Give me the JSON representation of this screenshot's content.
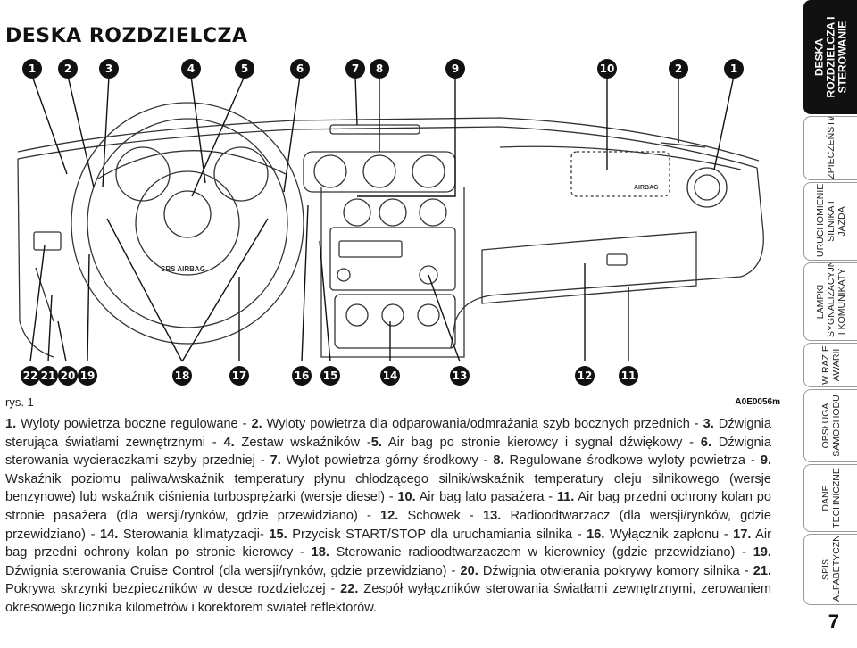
{
  "page": {
    "title": "DESKA ROZDZIELCZA",
    "figure_label": "rys. 1",
    "figure_code": "A0E0056m",
    "page_number": "7"
  },
  "figure": {
    "airbag_text": "SRS AIRBAG",
    "passenger_airbag_text": "AIRBAG",
    "callouts_top": [
      "1",
      "2",
      "3",
      "4",
      "5",
      "6",
      "7",
      "8",
      "9",
      "10",
      "2",
      "1"
    ],
    "callouts_bottom": [
      "22",
      "21",
      "20",
      "19",
      "18",
      "17",
      "16",
      "15",
      "14",
      "13",
      "12",
      "11"
    ]
  },
  "sidebar": {
    "tabs": [
      {
        "label": "DESKA ROZDZIELCZA I STEROWANIE",
        "active": true
      },
      {
        "label": "BEZPIECZEŃSTWO",
        "active": false
      },
      {
        "label": "URUCHOMIENIE SILNIKA I JAZDA",
        "active": false
      },
      {
        "label": "LAMPKI SYGNALIZACYJNE I KOMUNIKATY",
        "active": false
      },
      {
        "label": "W RAZIE AWARII",
        "active": false
      },
      {
        "label": "OBSŁUGA SAMOCHODU",
        "active": false
      },
      {
        "label": "DANE TECHNICZNE",
        "active": false
      },
      {
        "label": "SPIS ALFABETYCZNY",
        "active": false
      }
    ]
  },
  "legend": [
    {
      "num": "1.",
      "text": " Wyloty powietrza boczne regulowane - "
    },
    {
      "num": "2.",
      "text": " Wyloty powietrza dla odparowania/odmrażania szyb bocznych przednich - "
    },
    {
      "num": "3.",
      "text": " Dźwignia sterująca światłami zewnętrznymi - "
    },
    {
      "num": "4.",
      "text": " Zestaw wskaźników -"
    },
    {
      "num": "5.",
      "text": " Air bag po stronie kierowcy i sygnał dźwiękowy - "
    },
    {
      "num": "6.",
      "text": " Dźwignia sterowania wycieraczkami szyby przedniej - "
    },
    {
      "num": "7.",
      "text": " Wylot powietrza górny środkowy - "
    },
    {
      "num": "8.",
      "text": " Regulowane środkowe wyloty powietrza - "
    },
    {
      "num": "9.",
      "text": " Wskaźnik poziomu paliwa/wskaźnik temperatury płynu chłodzącego silnik/wskaźnik temperatury oleju silnikowego (wersje benzynowe) lub wskaźnik ciśnienia turbosprężarki (wersje diesel) - "
    },
    {
      "num": "10.",
      "text": " Air bag lato pasażera - "
    },
    {
      "num": "11.",
      "text": " Air bag przedni ochrony kolan po stronie pasażera (dla wersji/rynków, gdzie przewidziano) - "
    },
    {
      "num": "12.",
      "text": " Schowek - "
    },
    {
      "num": "13.",
      "text": " Radioodtwarzacz (dla wersji/rynków, gdzie przewidziano) - "
    },
    {
      "num": "14.",
      "text": " Sterowania klimatyzacji- "
    },
    {
      "num": "15.",
      "text": " Przycisk START/STOP dla uruchamiania silnika - "
    },
    {
      "num": "16.",
      "text": " Wyłącznik zapłonu - "
    },
    {
      "num": "17.",
      "text": " Air bag przedni ochrony kolan po stronie kierowcy - "
    },
    {
      "num": "18.",
      "text": " Sterowanie radioodtwarzaczem w kierownicy (gdzie przewidziano) - "
    },
    {
      "num": "19.",
      "text": " Dźwignia sterowania Cruise Control (dla wersji/rynków, gdzie przewidziano) - "
    },
    {
      "num": "20.",
      "text": " Dźwignia otwierania pokrywy komory silnika - "
    },
    {
      "num": "21.",
      "text": " Pokrywa skrzynki bezpieczników w desce rozdzielczej - "
    },
    {
      "num": "22.",
      "text": " Zespół wyłączników sterowania światłami zewnętrznymi, zerowaniem okresowego licznika kilometrów i korektorem świateł reflektorów."
    }
  ]
}
